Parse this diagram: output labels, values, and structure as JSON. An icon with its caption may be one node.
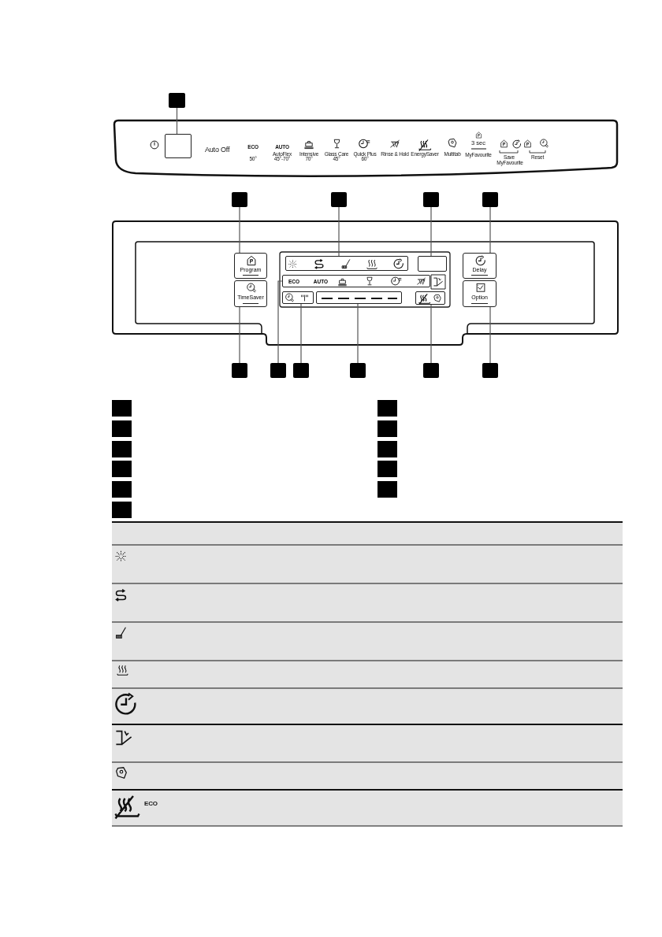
{
  "diagram": {
    "nodes": [
      {
        "text": [],
        "shape": "box"
      },
      {
        "text": [],
        "shape": "box"
      },
      {
        "text": [],
        "shape": "box"
      },
      {
        "text": [],
        "shape": "box"
      },
      {
        "text": [],
        "shape": "box"
      },
      {
        "text": [],
        "shape": "box"
      },
      {
        "text": [],
        "shape": "box"
      },
      {
        "text": [],
        "shape": "box"
      },
      {
        "text": [],
        "shape": "box"
      },
      {
        "text": [],
        "shape": "box"
      },
      {
        "text": [],
        "shape": "box"
      },
      {
        "text": [],
        "shape": "box"
      },
      {
        "text": [
          "Program"
        ]
      },
      {
        "text": [],
        "shape": "box"
      },
      {
        "text": [],
        "shape": "box"
      },
      {
        "text": [
          "Delay"
        ]
      },
      {
        "text": [
          "TimeSaver"
        ]
      },
      {
        "text": [
          "ECO",
          "AUTO"
        ]
      },
      {
        "text": [],
        "shape": "box"
      },
      {
        "text": [],
        "shape": "box"
      },
      {
        "text": [],
        "shape": "box"
      },
      {
        "text": [
          "Option"
        ]
      }
    ],
    "edges": [
      {
        "from": 0,
        "to": 1,
        "arrow": "none"
      },
      {
        "from": 2,
        "to": 12,
        "arrow": "none"
      },
      {
        "from": 3,
        "to": 13,
        "arrow": "none"
      },
      {
        "from": 4,
        "to": 14,
        "arrow": "none"
      },
      {
        "from": 5,
        "to": 15,
        "arrow": "none"
      },
      {
        "from": 6,
        "to": 16,
        "arrow": "none"
      },
      {
        "from": 7,
        "to": 17,
        "arrow": "none"
      },
      {
        "from": 8,
        "to": 18,
        "arrow": "none"
      },
      {
        "from": 9,
        "to": 19,
        "arrow": "none"
      },
      {
        "from": 10,
        "to": 20,
        "arrow": "none"
      },
      {
        "from": 11,
        "to": 21,
        "arrow": "none"
      }
    ],
    "labels": [
      "Auto Off",
      "ECO",
      "50°",
      "AUTO",
      "AutoFlex",
      "45°-70°",
      "Intensive",
      "70°",
      "Glass Care",
      "45°",
      "Quick Plus",
      "60°",
      "Rinse & Hold",
      "EnergySaver",
      "Multitab",
      "3 sec",
      "MyFavourite",
      "Save",
      "MyFavourite",
      "Reset",
      "ECO"
    ]
  }
}
